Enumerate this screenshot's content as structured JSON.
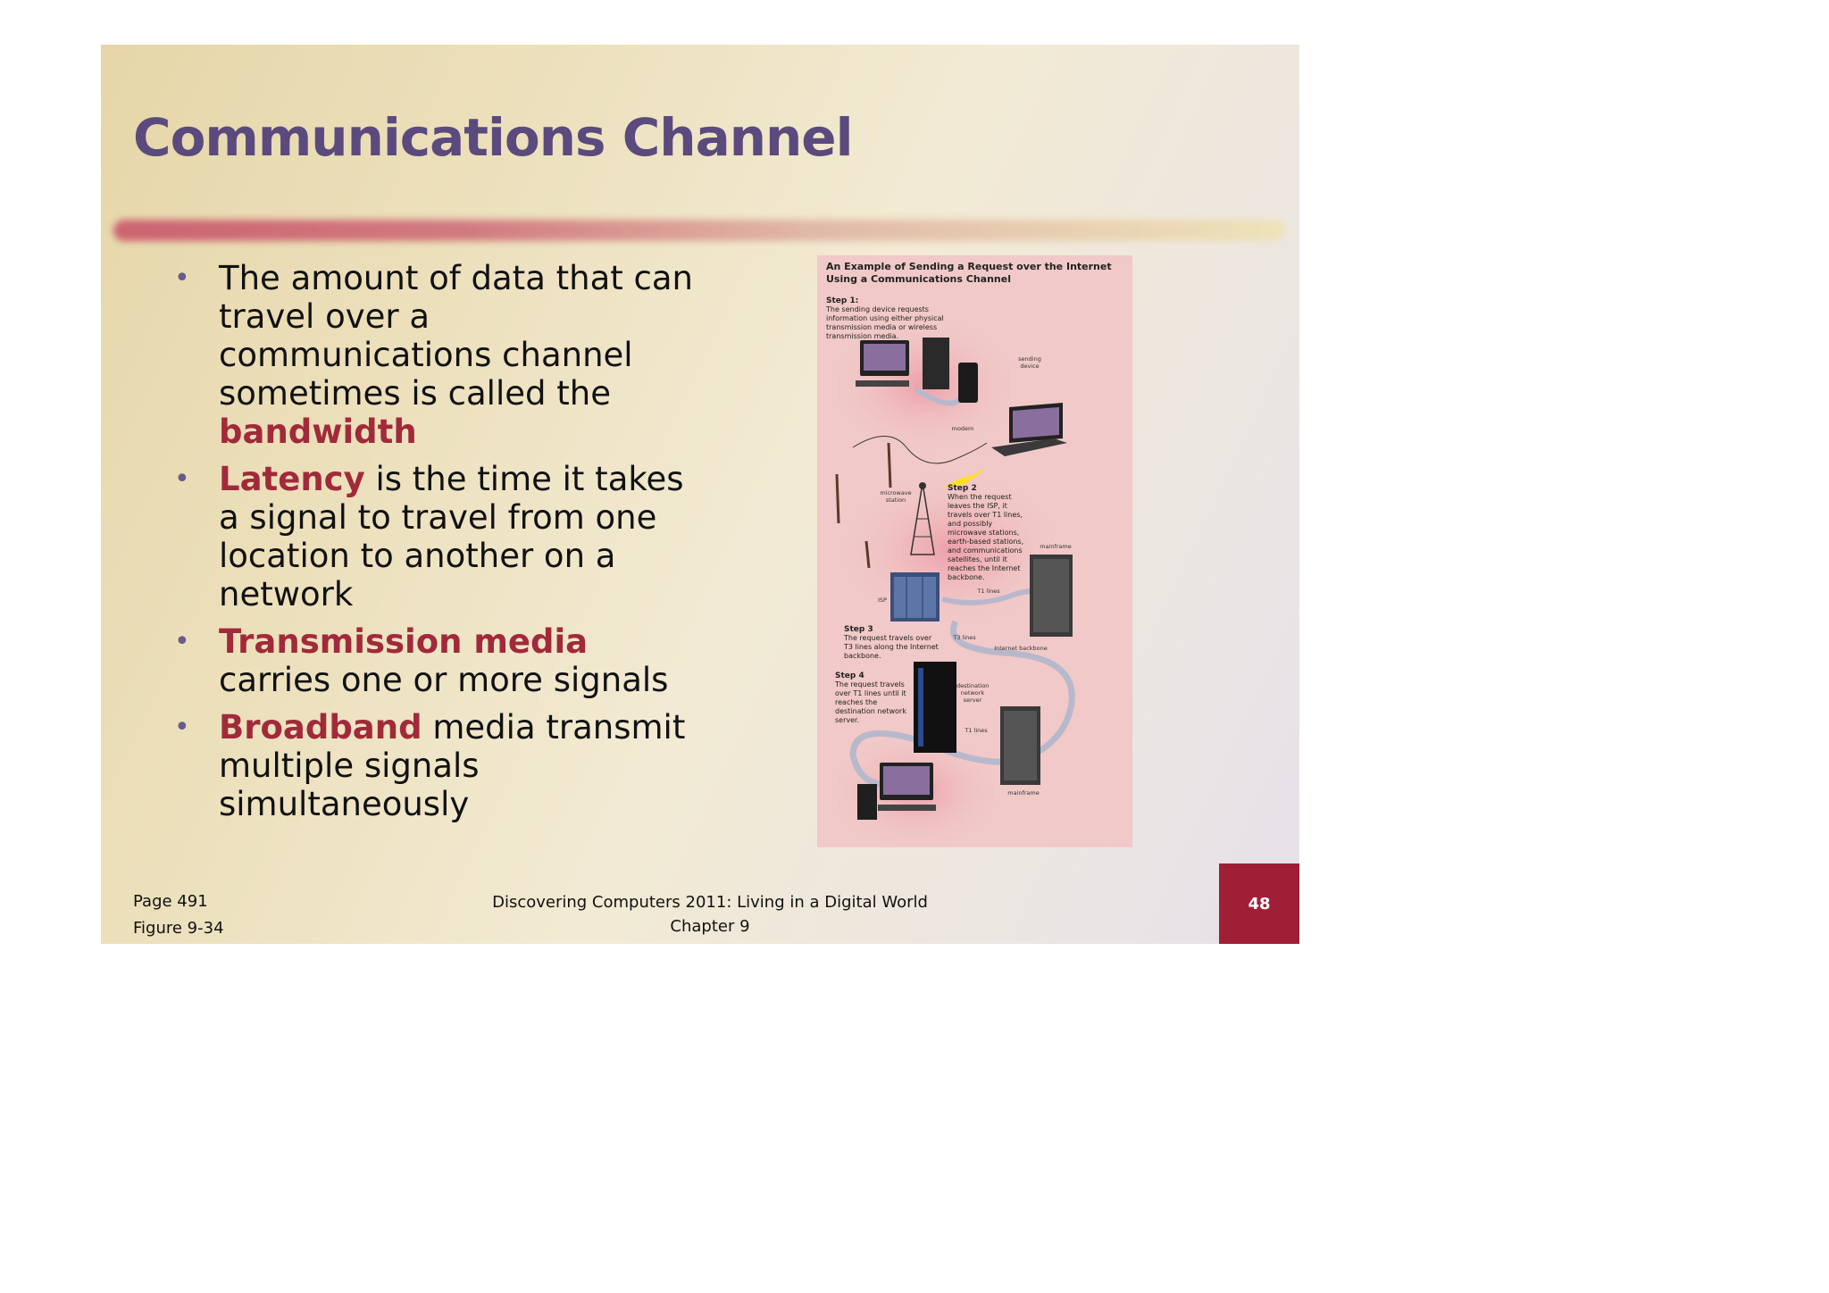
{
  "slide": {
    "title": "Communications Channel",
    "bullets": [
      {
        "pre": "",
        "highlight": "",
        "post": "The amount of data that can travel over a communications channel sometimes is called the ",
        "highlight_end": "bandwidth"
      },
      {
        "pre": "",
        "highlight": "Latency",
        "post": " is the time it takes a signal to travel from one location to another on a network",
        "highlight_end": ""
      },
      {
        "pre": "",
        "highlight": "Transmission media",
        "post": " carries one or more signals",
        "highlight_end": ""
      },
      {
        "pre": "",
        "highlight": "Broadband",
        "post": " media transmit multiple signals simultaneously",
        "highlight_end": ""
      }
    ],
    "colors": {
      "title": "#5b4a7d",
      "highlight": "#a12a3a",
      "page_badge": "#a01f37",
      "figure_bg": "#f1c9c8"
    }
  },
  "figure": {
    "title": "An Example of Sending a Request over the Internet Using a Communications Channel",
    "steps": [
      {
        "label": "Step 1:",
        "text": "The sending device requests information using either physical transmission media or wireless transmission media."
      },
      {
        "label": "Step 2",
        "text": "When the request leaves the ISP, it travels over T1 lines, and possibly microwave stations, earth-based stations, and communications satellites, until it reaches the Internet backbone."
      },
      {
        "label": "Step 3",
        "text": "The request travels over T3 lines along the Internet backbone."
      },
      {
        "label": "Step 4",
        "text": "The request travels over T1 lines until it reaches the destination network server."
      }
    ],
    "tags": {
      "sending_device": "sending device",
      "modem": "modem",
      "microwave_station": "microwave station",
      "mainframe_top": "mainframe",
      "isp": "ISP",
      "t1_lines_top": "T1 lines",
      "t3_lines": "T3 lines",
      "internet_backbone": "Internet backbone",
      "destination_server": "destination network server",
      "t1_lines_bottom": "T1 lines",
      "mainframe_bottom": "mainframe"
    },
    "icons": [
      "desktop-computer-icon",
      "modem-icon",
      "laptop-icon",
      "utility-pole-icon",
      "microwave-tower-icon",
      "isp-server-icon",
      "mainframe-icon",
      "destination-server-icon",
      "desktop-computer-icon"
    ]
  },
  "footer": {
    "page": "Page 491",
    "figure": "Figure 9-34",
    "book": "Discovering Computers 2011: Living in a Digital World",
    "chapter": "Chapter 9",
    "slide_number": "48"
  }
}
